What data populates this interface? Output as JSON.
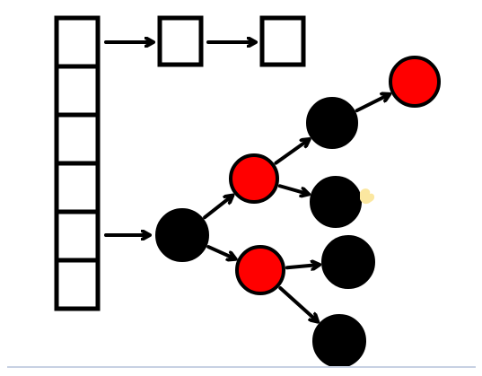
{
  "colors": {
    "background": "#ffffff",
    "stroke": "#000000",
    "red_node": "#ff0000",
    "black_node": "#000000",
    "highlight_mark": "#fbe7a0",
    "bottom_rule": "#c7d1e3"
  },
  "diagram": {
    "bucket_array": {
      "cells": 6
    },
    "list_chain": {
      "boxes": 2
    },
    "tree": {
      "nodes": [
        {
          "id": "root",
          "color": "black"
        },
        {
          "id": "upper-child",
          "color": "red"
        },
        {
          "id": "lower-child",
          "color": "red"
        },
        {
          "id": "upper-grandchild-top",
          "color": "black"
        },
        {
          "id": "upper-grandchild-bottom",
          "color": "black"
        },
        {
          "id": "lower-grandchild-top",
          "color": "black"
        },
        {
          "id": "lower-grandchild-bottom",
          "color": "black"
        },
        {
          "id": "leaf",
          "color": "red"
        }
      ],
      "edges": [
        [
          "root",
          "upper-child"
        ],
        [
          "root",
          "lower-child"
        ],
        [
          "upper-child",
          "upper-grandchild-top"
        ],
        [
          "upper-child",
          "upper-grandchild-bottom"
        ],
        [
          "lower-child",
          "lower-grandchild-top"
        ],
        [
          "lower-child",
          "lower-grandchild-bottom"
        ],
        [
          "upper-grandchild-top",
          "leaf"
        ]
      ]
    }
  }
}
